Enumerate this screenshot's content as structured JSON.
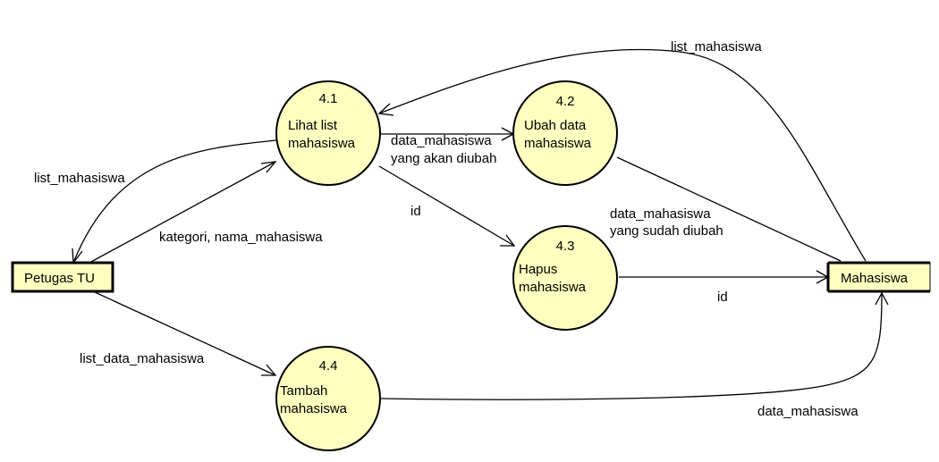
{
  "colors": {
    "node_fill": "#ffffc0",
    "stroke": "#000000",
    "background": "#ffffff"
  },
  "entities": {
    "petugas": "Petugas TU",
    "mahasiswa": "Mahasiswa"
  },
  "processes": {
    "p41": {
      "number": "4.1",
      "line1": "Lihat list",
      "line2": "mahasiswa"
    },
    "p42": {
      "number": "4.2",
      "line1": "Ubah data",
      "line2": "mahasiswa"
    },
    "p43": {
      "number": "4.3",
      "line1": "Hapus",
      "line2": "mahasiswa"
    },
    "p44": {
      "number": "4.4",
      "line1": "Tambah",
      "line2": "mahasiswa"
    }
  },
  "flows": {
    "top_list": "list_mahasiswa",
    "left_list": "list_mahasiswa",
    "kategori": "kategori, nama_mahasiswa",
    "to_ubah_line1": "data_mahasiswa",
    "to_ubah_line2": "yang akan diubah",
    "id_to_hapus": "id",
    "ubah_out_line1": "data_mahasiswa",
    "ubah_out_line2": "yang sudah diubah",
    "id_to_mhs": "id",
    "list_data": "list_data_mahasiswa",
    "tambah_out": "data_mahasiswa"
  }
}
